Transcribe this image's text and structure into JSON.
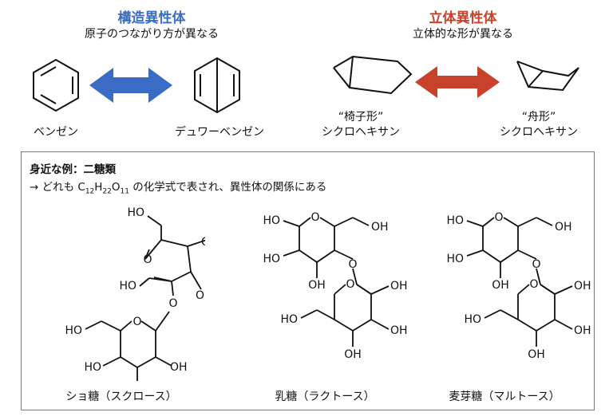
{
  "colors": {
    "structural": "#3a6cc6",
    "stereo": "#c8412a",
    "text": "#111111",
    "border": "#7a7a7a"
  },
  "structural": {
    "heading": "構造異性体",
    "description": "原子のつながり方が異なる",
    "left_label": "ベンゼン",
    "right_label": "デュワーベンゼン"
  },
  "stereo": {
    "heading": "立体異性体",
    "description": "立体的な形が異なる",
    "left_quote": "“椅子形”",
    "left_name": "シクロヘキサン",
    "right_quote": "“舟形”",
    "right_name": "シクロヘキサン"
  },
  "example": {
    "title": "身近な例：二糖類",
    "line_prefix": "→ どれも C",
    "c_sub": "12",
    "h": "H",
    "h_sub": "22",
    "o": "O",
    "o_sub": "11",
    "line_suffix": " の化学式で表され、異性体の関係にある"
  },
  "sugars": [
    {
      "name": "ショ糖（スクロース）"
    },
    {
      "name": "乳糖（ラクトース）"
    },
    {
      "name": "麦芽糖（マルトース）"
    }
  ],
  "atoms": {
    "ho": "HO",
    "oh": "OH",
    "o": "O"
  }
}
